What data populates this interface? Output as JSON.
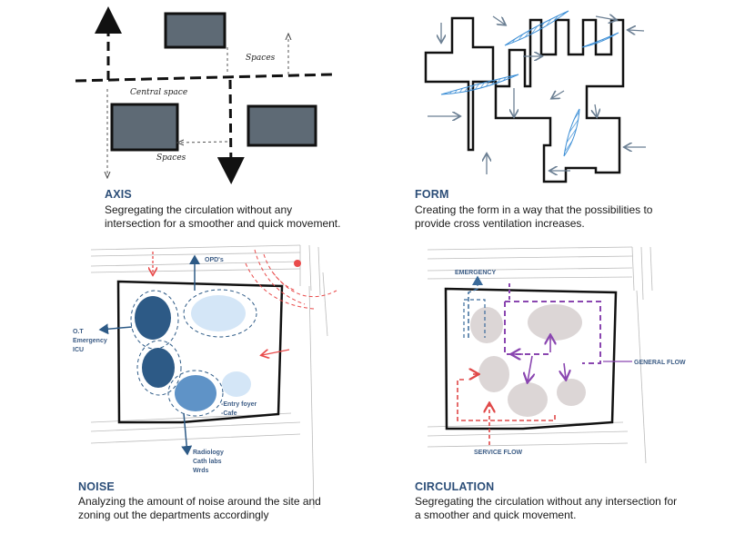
{
  "panels": {
    "axis": {
      "title": "AXIS",
      "description": "Segregating the circulation without any intersection for a smoother and quick movement.",
      "labels": {
        "central": "Central space",
        "spaces_top": "Spaces",
        "spaces_bottom": "Spaces"
      }
    },
    "form": {
      "title": "FORM",
      "description": "Creating the form in a way that the possibilities to provide cross ventilation increases."
    },
    "noise": {
      "title": "NOISE",
      "description": "Analyzing the amount of noise around the site and zoning out the departments accordingly",
      "labels": {
        "opd": "OPD's",
        "ot": "O.T",
        "emergency": "Emergency",
        "icu": "ICU",
        "entry": "-Entry foyer",
        "cafe": "-Cafe",
        "radiology": "Radiology",
        "cath": "Cath labs",
        "wrds": "Wrds"
      }
    },
    "circulation": {
      "title": "CIRCULATION",
      "description": "Segregating the circulation without any intersection for a smoother and quick movement.",
      "labels": {
        "emergency": "EMERGENCY",
        "general": "GENERAL FLOW",
        "service": "SERVICE FLOW"
      }
    }
  },
  "colors": {
    "heading": "#2c4e78",
    "block_fill": "#5e6a75",
    "wind_arrow": "#6b7f93",
    "wind_hatch": "#3d8fd6",
    "noise_red": "#e94b4b",
    "blob_dark": "#2d5a86",
    "blob_mid": "#5f93c7",
    "blob_light": "#d4e6f7",
    "general_flow": "#8a46b0",
    "service_flow": "#e04848",
    "emergency_flow": "#3a6a9a",
    "zone_gray": "#dcd6d6"
  }
}
